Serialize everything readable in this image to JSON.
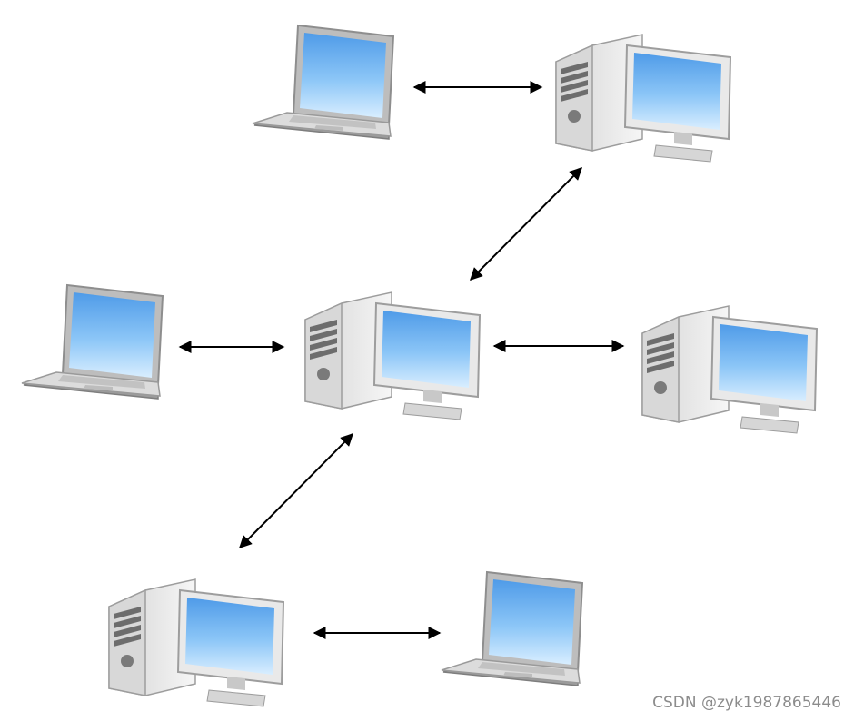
{
  "diagram": {
    "type": "network",
    "nodes": [
      {
        "id": "laptop-top",
        "kind": "laptop"
      },
      {
        "id": "desktop-top",
        "kind": "desktop"
      },
      {
        "id": "laptop-left",
        "kind": "laptop"
      },
      {
        "id": "desktop-center",
        "kind": "desktop"
      },
      {
        "id": "desktop-right",
        "kind": "desktop"
      },
      {
        "id": "desktop-bottom",
        "kind": "desktop"
      },
      {
        "id": "laptop-bottom",
        "kind": "laptop"
      }
    ],
    "links": [
      {
        "from": "laptop-top",
        "to": "desktop-top",
        "direction": "bidirectional"
      },
      {
        "from": "desktop-top",
        "to": "desktop-center",
        "direction": "bidirectional"
      },
      {
        "from": "laptop-left",
        "to": "desktop-center",
        "direction": "bidirectional"
      },
      {
        "from": "desktop-center",
        "to": "desktop-right",
        "direction": "bidirectional"
      },
      {
        "from": "desktop-center",
        "to": "desktop-bottom",
        "direction": "bidirectional"
      },
      {
        "from": "desktop-bottom",
        "to": "laptop-bottom",
        "direction": "bidirectional"
      }
    ],
    "colors": {
      "screen": "#5aa8f0",
      "screen_light": "#d6ecff",
      "case_light": "#f2f2f2",
      "case_dark": "#a8a8a8",
      "arrow": "#000000"
    }
  },
  "watermark": "CSDN @zyk1987865446"
}
